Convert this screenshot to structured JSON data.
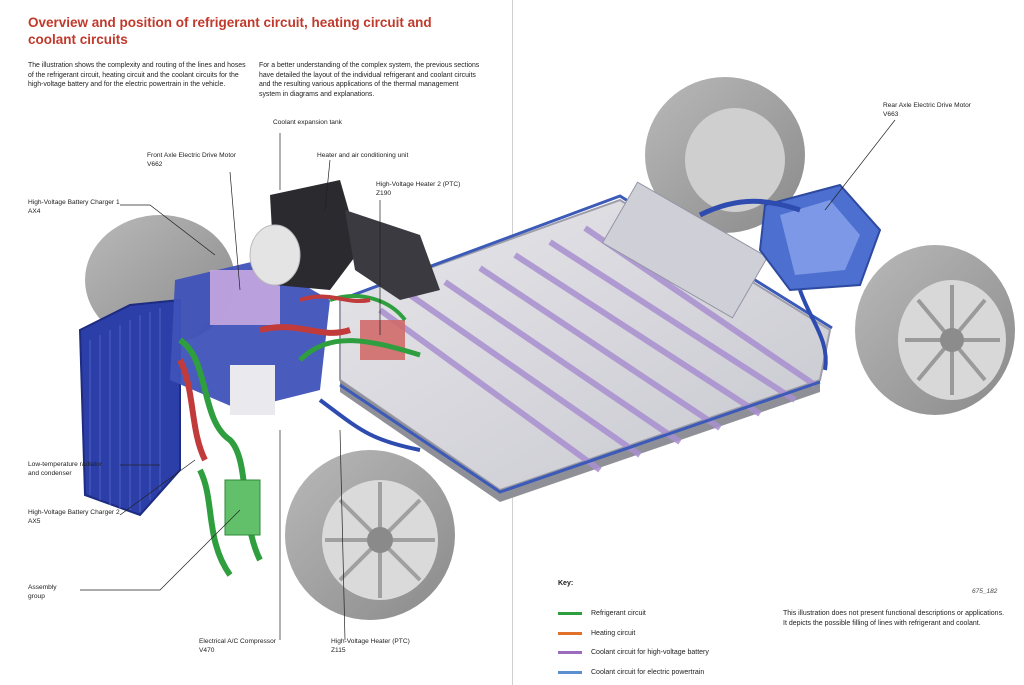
{
  "title": "Overview and position of refrigerant circuit, heating circuit and coolant circuits",
  "intro": {
    "left": "The illustration shows the complexity and routing of the lines and hoses of the refrigerant circuit, heating circuit and the coolant circuits for the high-voltage battery and for the electric powertrain in the vehicle.",
    "right": "For a better understanding of the complex system, the previous sections have detailed the layout of the individual refrigerant and coolant circuits and the resulting various applications of the thermal management system in diagrams and explanations."
  },
  "callouts": {
    "coolant_tank": "Coolant expansion tank",
    "front_motor": {
      "name": "Front Axle Electric Drive Motor",
      "code": "V662"
    },
    "hvac_unit": "Heater and air conditioning unit",
    "heater2": {
      "name": "High-Voltage Heater 2 (PTC)",
      "code": "Z190"
    },
    "charger1": {
      "name": "High-Voltage Battery Charger 1",
      "code": "AX4"
    },
    "rear_motor": {
      "name": "Rear Axle Electric Drive Motor",
      "code": "V663"
    },
    "radiator": {
      "line1": "Low-temperature radiator",
      "line2": "and condenser"
    },
    "charger2": {
      "name": "High-Voltage Battery Charger 2",
      "code": "AX5"
    },
    "assembly": {
      "line1": "Assembly",
      "line2": "group"
    },
    "compressor": {
      "name": "Electrical A/C Compressor",
      "code": "V470"
    },
    "heater1": {
      "name": "High-Voltage Heater  (PTC)",
      "code": "Z115"
    }
  },
  "key": {
    "title": "Key:",
    "items": [
      {
        "label": "Refrigerant circuit",
        "color": "#2e9e3e"
      },
      {
        "label": "Heating circuit",
        "color": "#e0702a"
      },
      {
        "label": "Coolant circuit for high-voltage battery",
        "color": "#9b6bbf"
      },
      {
        "label": "Coolant circuit for electric powertrain",
        "color": "#5b8fd0"
      }
    ]
  },
  "ref_number": "675_182",
  "disclaimer": "This illustration does not present functional descriptions or applications. It depicts the possible filling of lines with refrigerant and coolant."
}
